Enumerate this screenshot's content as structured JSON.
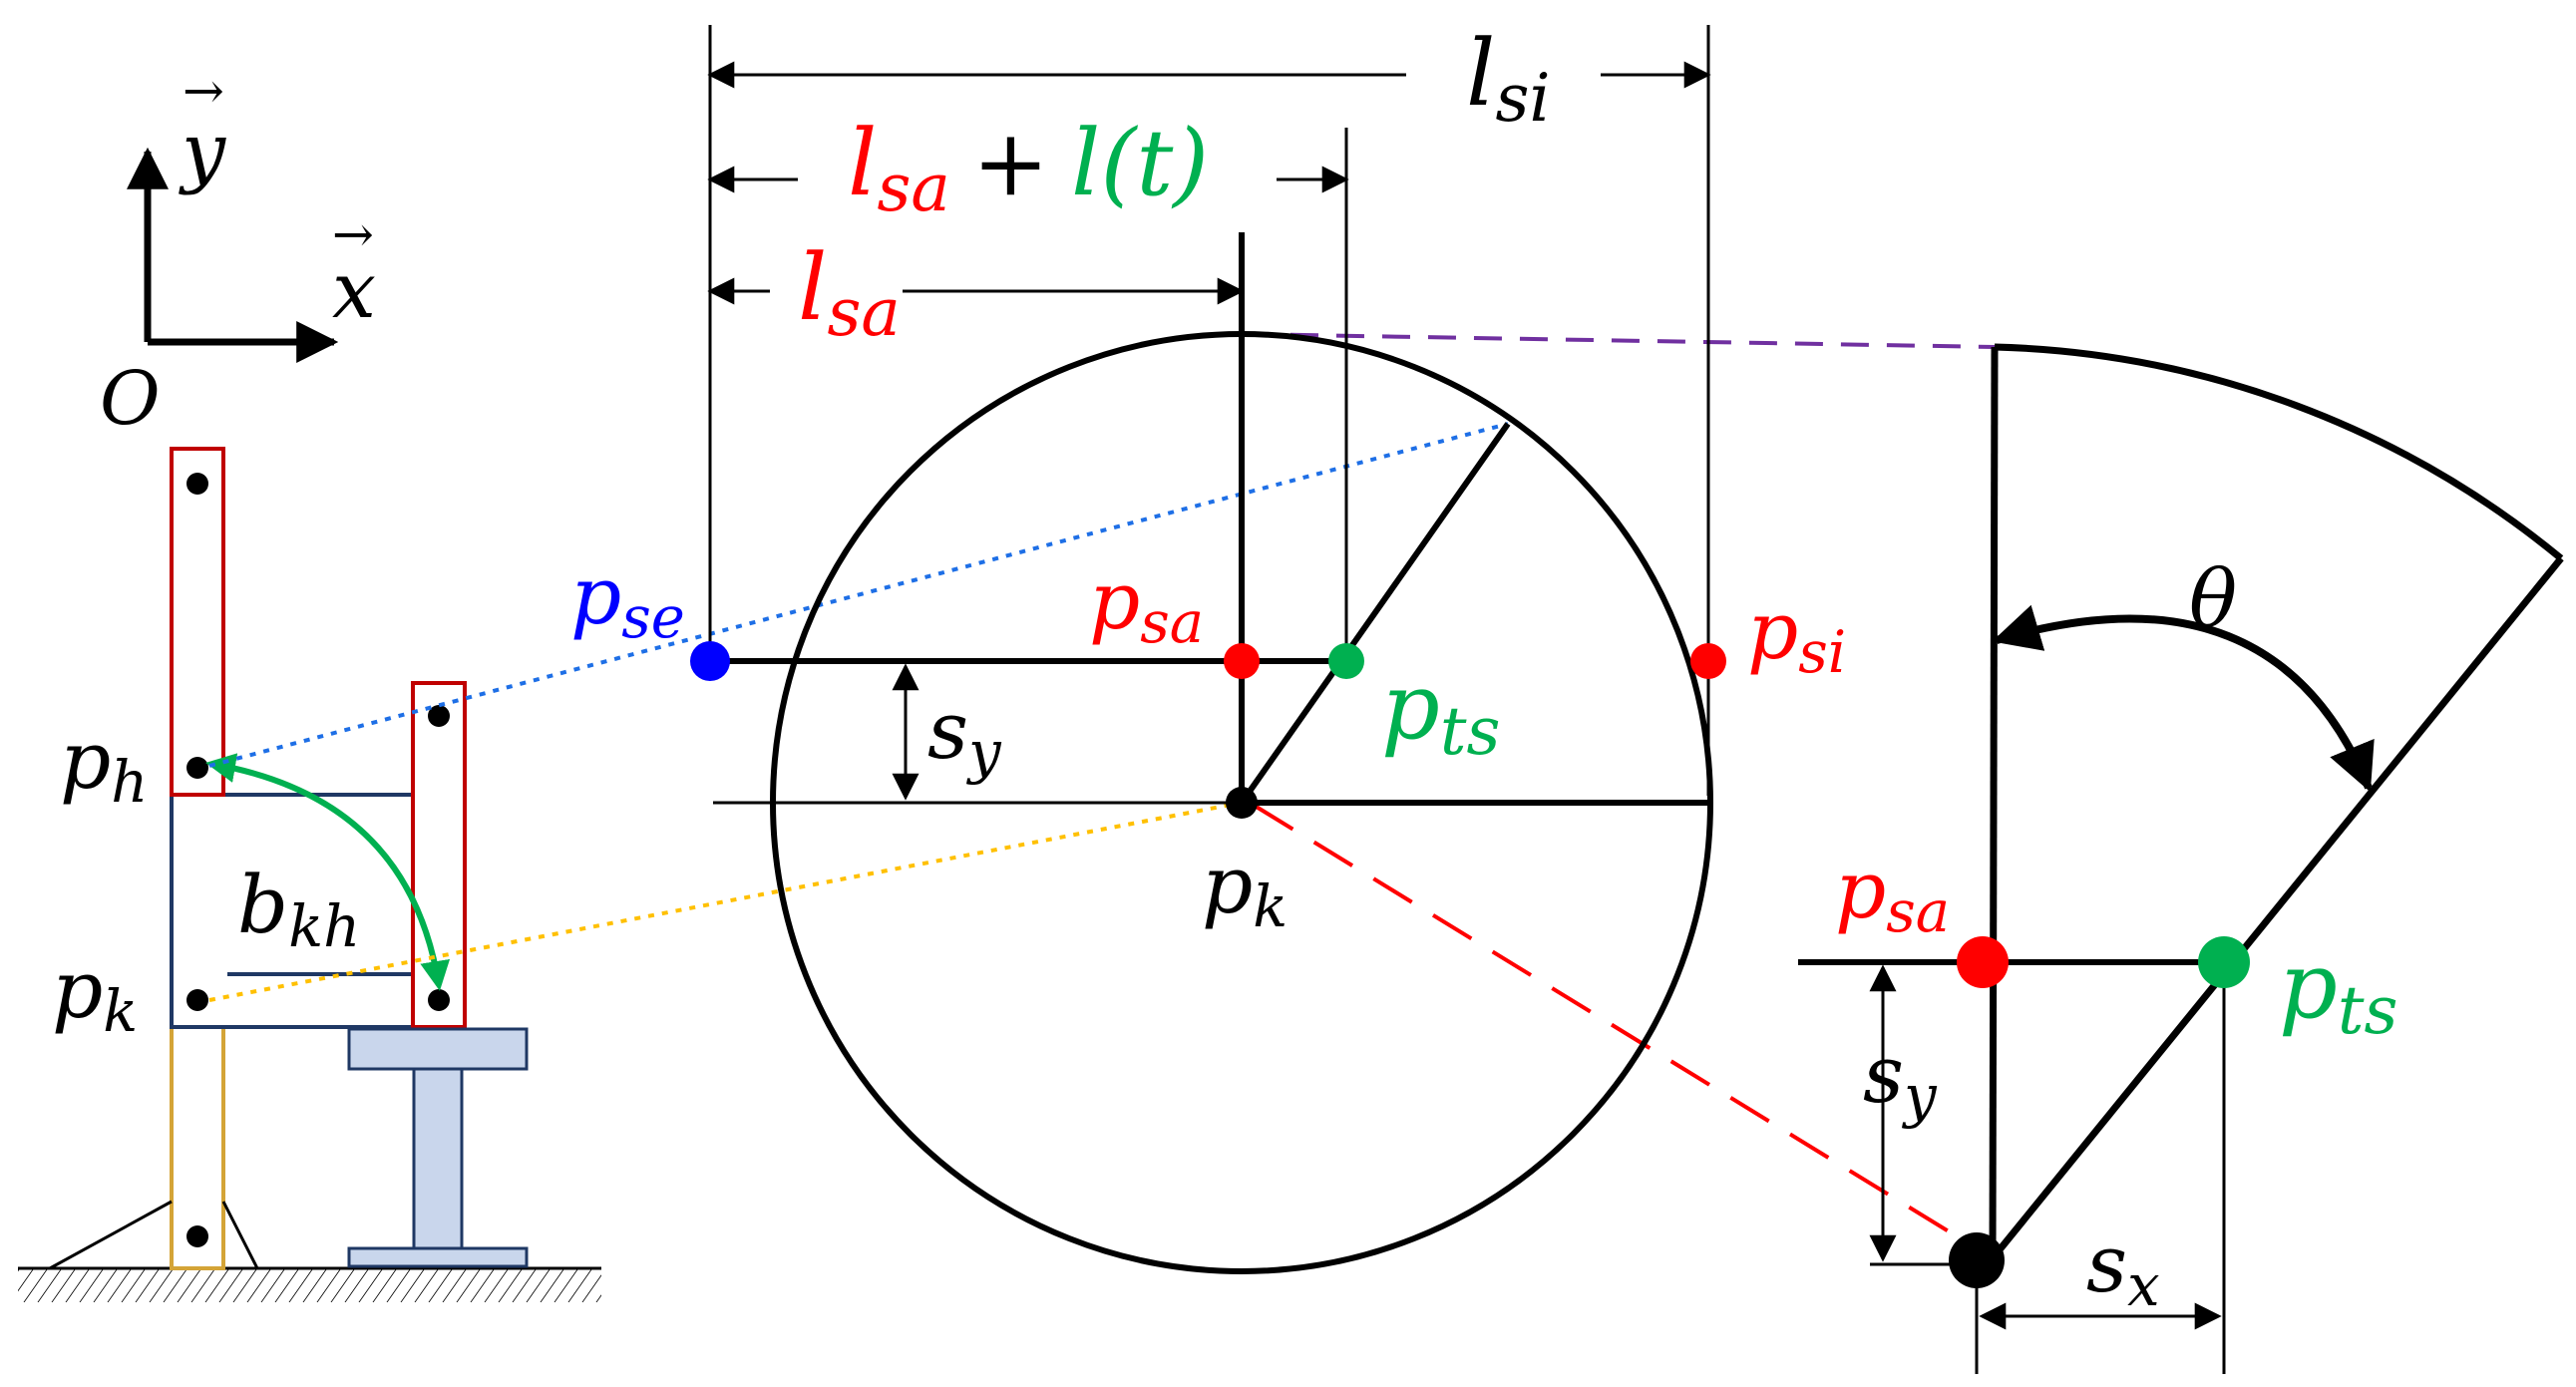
{
  "axes": {
    "origin": "O",
    "x": "x",
    "y": "y",
    "arrow": "→"
  },
  "colors": {
    "red": "#ff0000",
    "green": "#00b050",
    "blue": "#0000ff",
    "black": "#000000",
    "purple": "#7030a0",
    "dotted_blue": "#1e6fe6",
    "dotted_yellow": "#ffc000",
    "navy": "#1f3864",
    "maroon": "#c00000",
    "gold": "#d4a437",
    "seat": "#c9d6ec"
  },
  "dimensions": {
    "l_si": {
      "base": "l",
      "sub": "si"
    },
    "l_sa_plus_lt": {
      "base": "l",
      "sub": "sa",
      "plus": "+",
      "lt": "l(t)"
    },
    "l_sa": {
      "base": "l",
      "sub": "sa"
    }
  },
  "points": {
    "p_se": {
      "base": "p",
      "sub": "se"
    },
    "p_sa": {
      "base": "p",
      "sub": "sa"
    },
    "p_ts": {
      "base": "p",
      "sub": "ts"
    },
    "p_si": {
      "base": "p",
      "sub": "si"
    },
    "p_k": {
      "base": "p",
      "sub": "k"
    },
    "p_h": {
      "base": "p",
      "sub": "h"
    }
  },
  "misc": {
    "b_kh": {
      "base": "b",
      "sub": "kh"
    },
    "s_y": {
      "base": "s",
      "sub": "y"
    },
    "s_x": {
      "base": "s",
      "sub": "x"
    },
    "theta": "θ"
  }
}
